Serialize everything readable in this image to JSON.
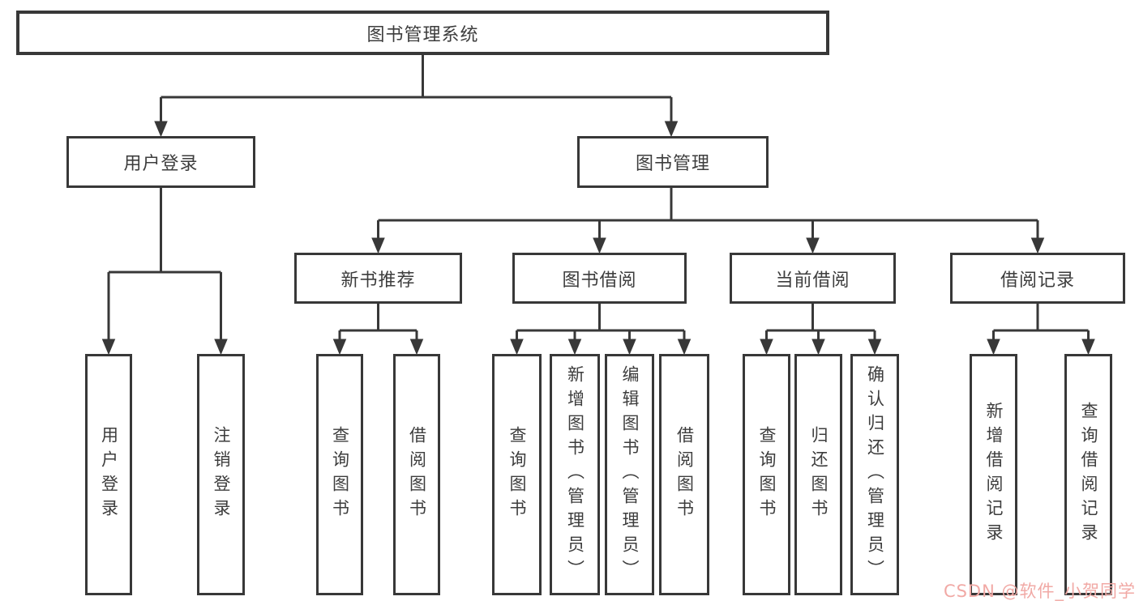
{
  "title": "图书管理系统",
  "tree": {
    "root": {
      "label": "图书管理系统"
    },
    "level2": {
      "user_login": {
        "label": "用户登录"
      },
      "book_management": {
        "label": "图书管理"
      }
    },
    "level3": {
      "new_book": {
        "label": "新书推荐"
      },
      "borrow": {
        "label": "图书借阅"
      },
      "current": {
        "label": "当前借阅"
      },
      "records": {
        "label": "借阅记录"
      }
    },
    "leaves": {
      "user_login": [
        "用户登录",
        "注销登录"
      ],
      "new_book": [
        "查询图书",
        "借阅图书"
      ],
      "borrow": [
        "查询图书",
        "新增图书（管理员）",
        "编辑图书（管理员）",
        "借阅图书"
      ],
      "current": [
        "查询图书",
        "归还图书",
        "确认归还（管理员）"
      ],
      "records": [
        "新增借阅记录",
        "查询借阅记录"
      ]
    }
  },
  "watermark": {
    "text": "CSDN @软件_小贺同学",
    "color": "#f1a9a5"
  },
  "colors": {
    "background": "#ffffff",
    "line": "#383838",
    "box_border": "#383838",
    "text": "#3d3d3d"
  }
}
